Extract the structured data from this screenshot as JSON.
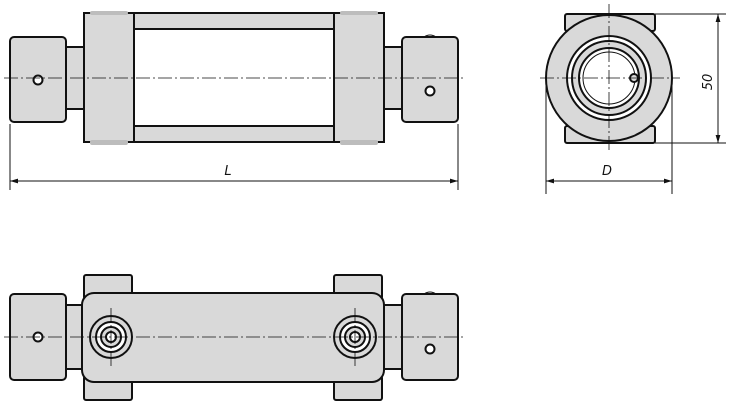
{
  "drawing": {
    "dimensions": {
      "length_label": "L",
      "diameter_label": "D",
      "height_label": "50"
    }
  }
}
